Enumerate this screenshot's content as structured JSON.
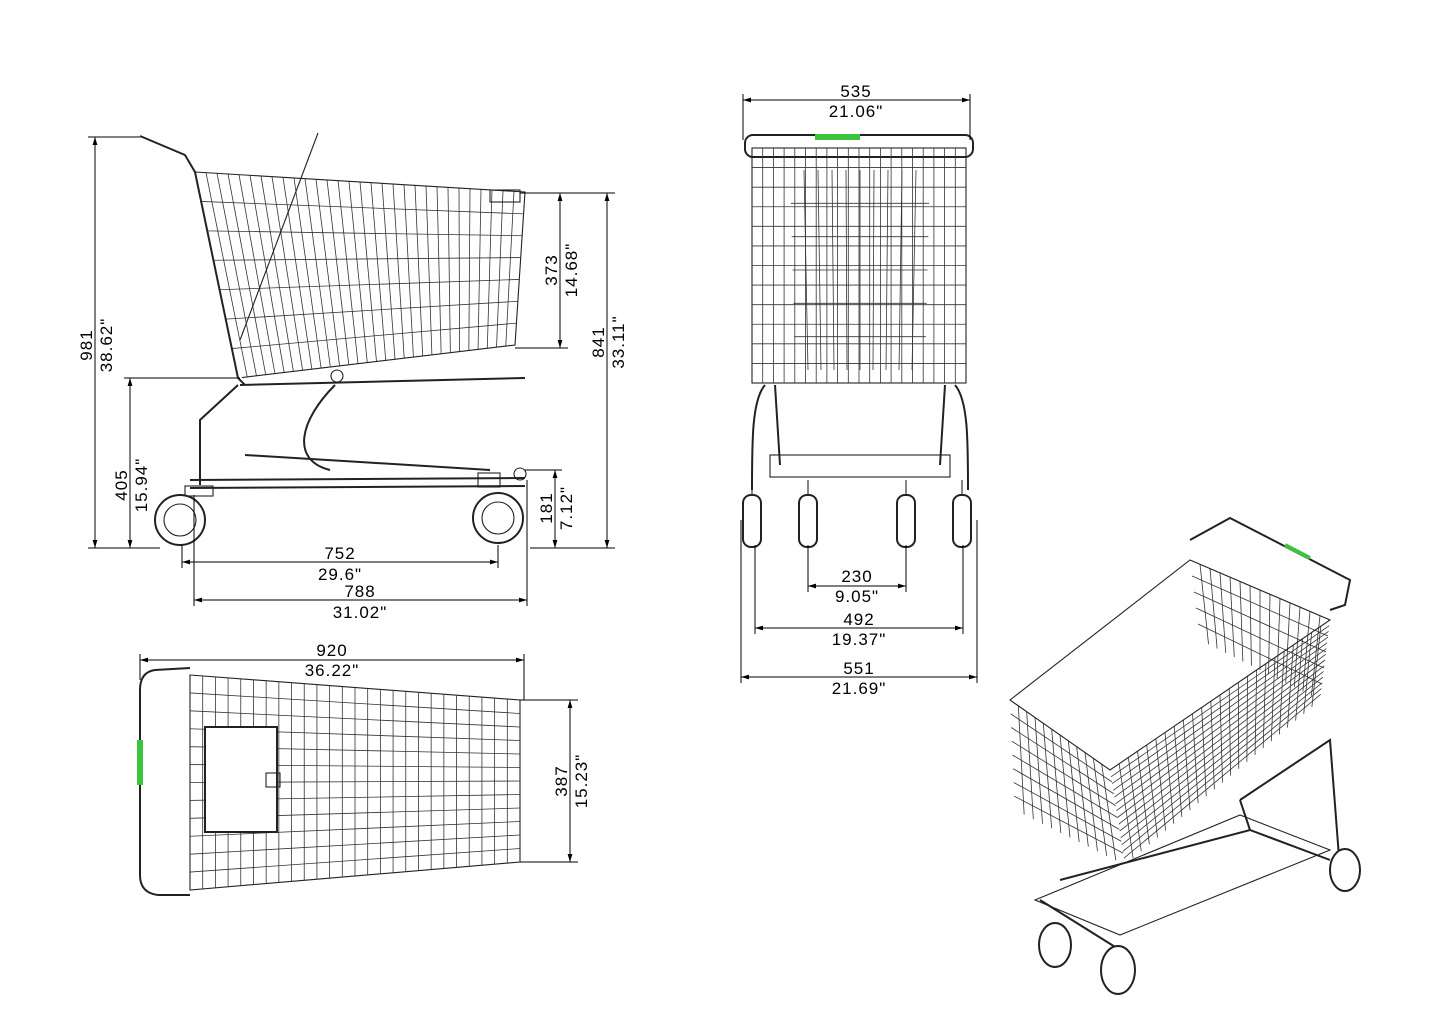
{
  "drawing": {
    "subject": "shopping-cart",
    "accent_color": "#3cc43c",
    "side_view": {
      "overall_height": {
        "mm": "981",
        "in": "38.62\""
      },
      "base_height": {
        "mm": "405",
        "in": "15.94\""
      },
      "basket_depth": {
        "mm": "373",
        "in": "14.68\""
      },
      "basket_top_height": {
        "mm": "841",
        "in": "33.11\""
      },
      "deck_height": {
        "mm": "181",
        "in": "7.12\""
      },
      "wheelbase": {
        "mm": "752",
        "in": "29.6\""
      },
      "base_length": {
        "mm": "788",
        "in": "31.02\""
      }
    },
    "front_view": {
      "overall_width": {
        "mm": "535",
        "in": "21.06\""
      },
      "front_wheel_spacing": {
        "mm": "230",
        "in": "9.05\""
      },
      "rear_wheel_spacing": {
        "mm": "492",
        "in": "19.37\""
      },
      "base_width": {
        "mm": "551",
        "in": "21.69\""
      }
    },
    "top_view": {
      "overall_length": {
        "mm": "920",
        "in": "36.22\""
      },
      "basket_width": {
        "mm": "387",
        "in": "15.23\""
      }
    }
  }
}
